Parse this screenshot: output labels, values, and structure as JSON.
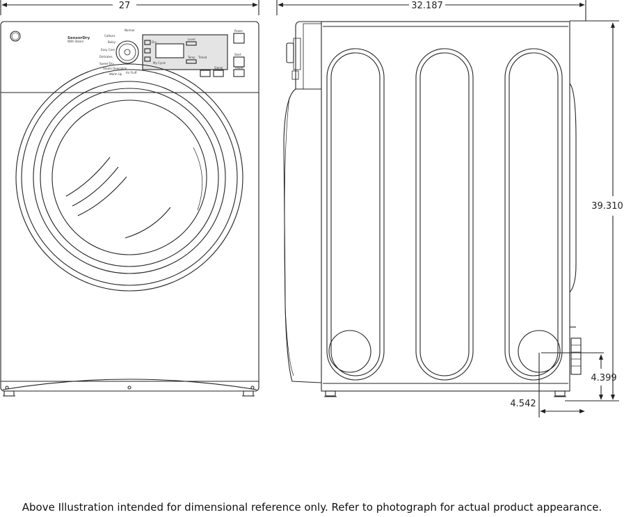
{
  "dimensions": {
    "width": "27",
    "depth": "32.187",
    "height": "39.310",
    "vent_height": "4.399",
    "vent_offset": "4.542"
  },
  "control_panel": {
    "brand": "SensorDry",
    "brand_sub": "With Steam",
    "cycles": [
      "Cottons",
      "Normal",
      "Bulky",
      "Easy Care",
      "Delicates",
      "Speed Dry",
      "Steam Dewrinkle",
      "Warm Up",
      "Air Fluff"
    ],
    "labels": [
      "Level",
      "Temp",
      "Timed",
      "Power",
      "Start",
      "My Cycle",
      "Dry",
      "Signal",
      "Pause"
    ]
  },
  "caption": "Above Illustration intended for dimensional reference only. Refer to photograph for actual product appearance."
}
